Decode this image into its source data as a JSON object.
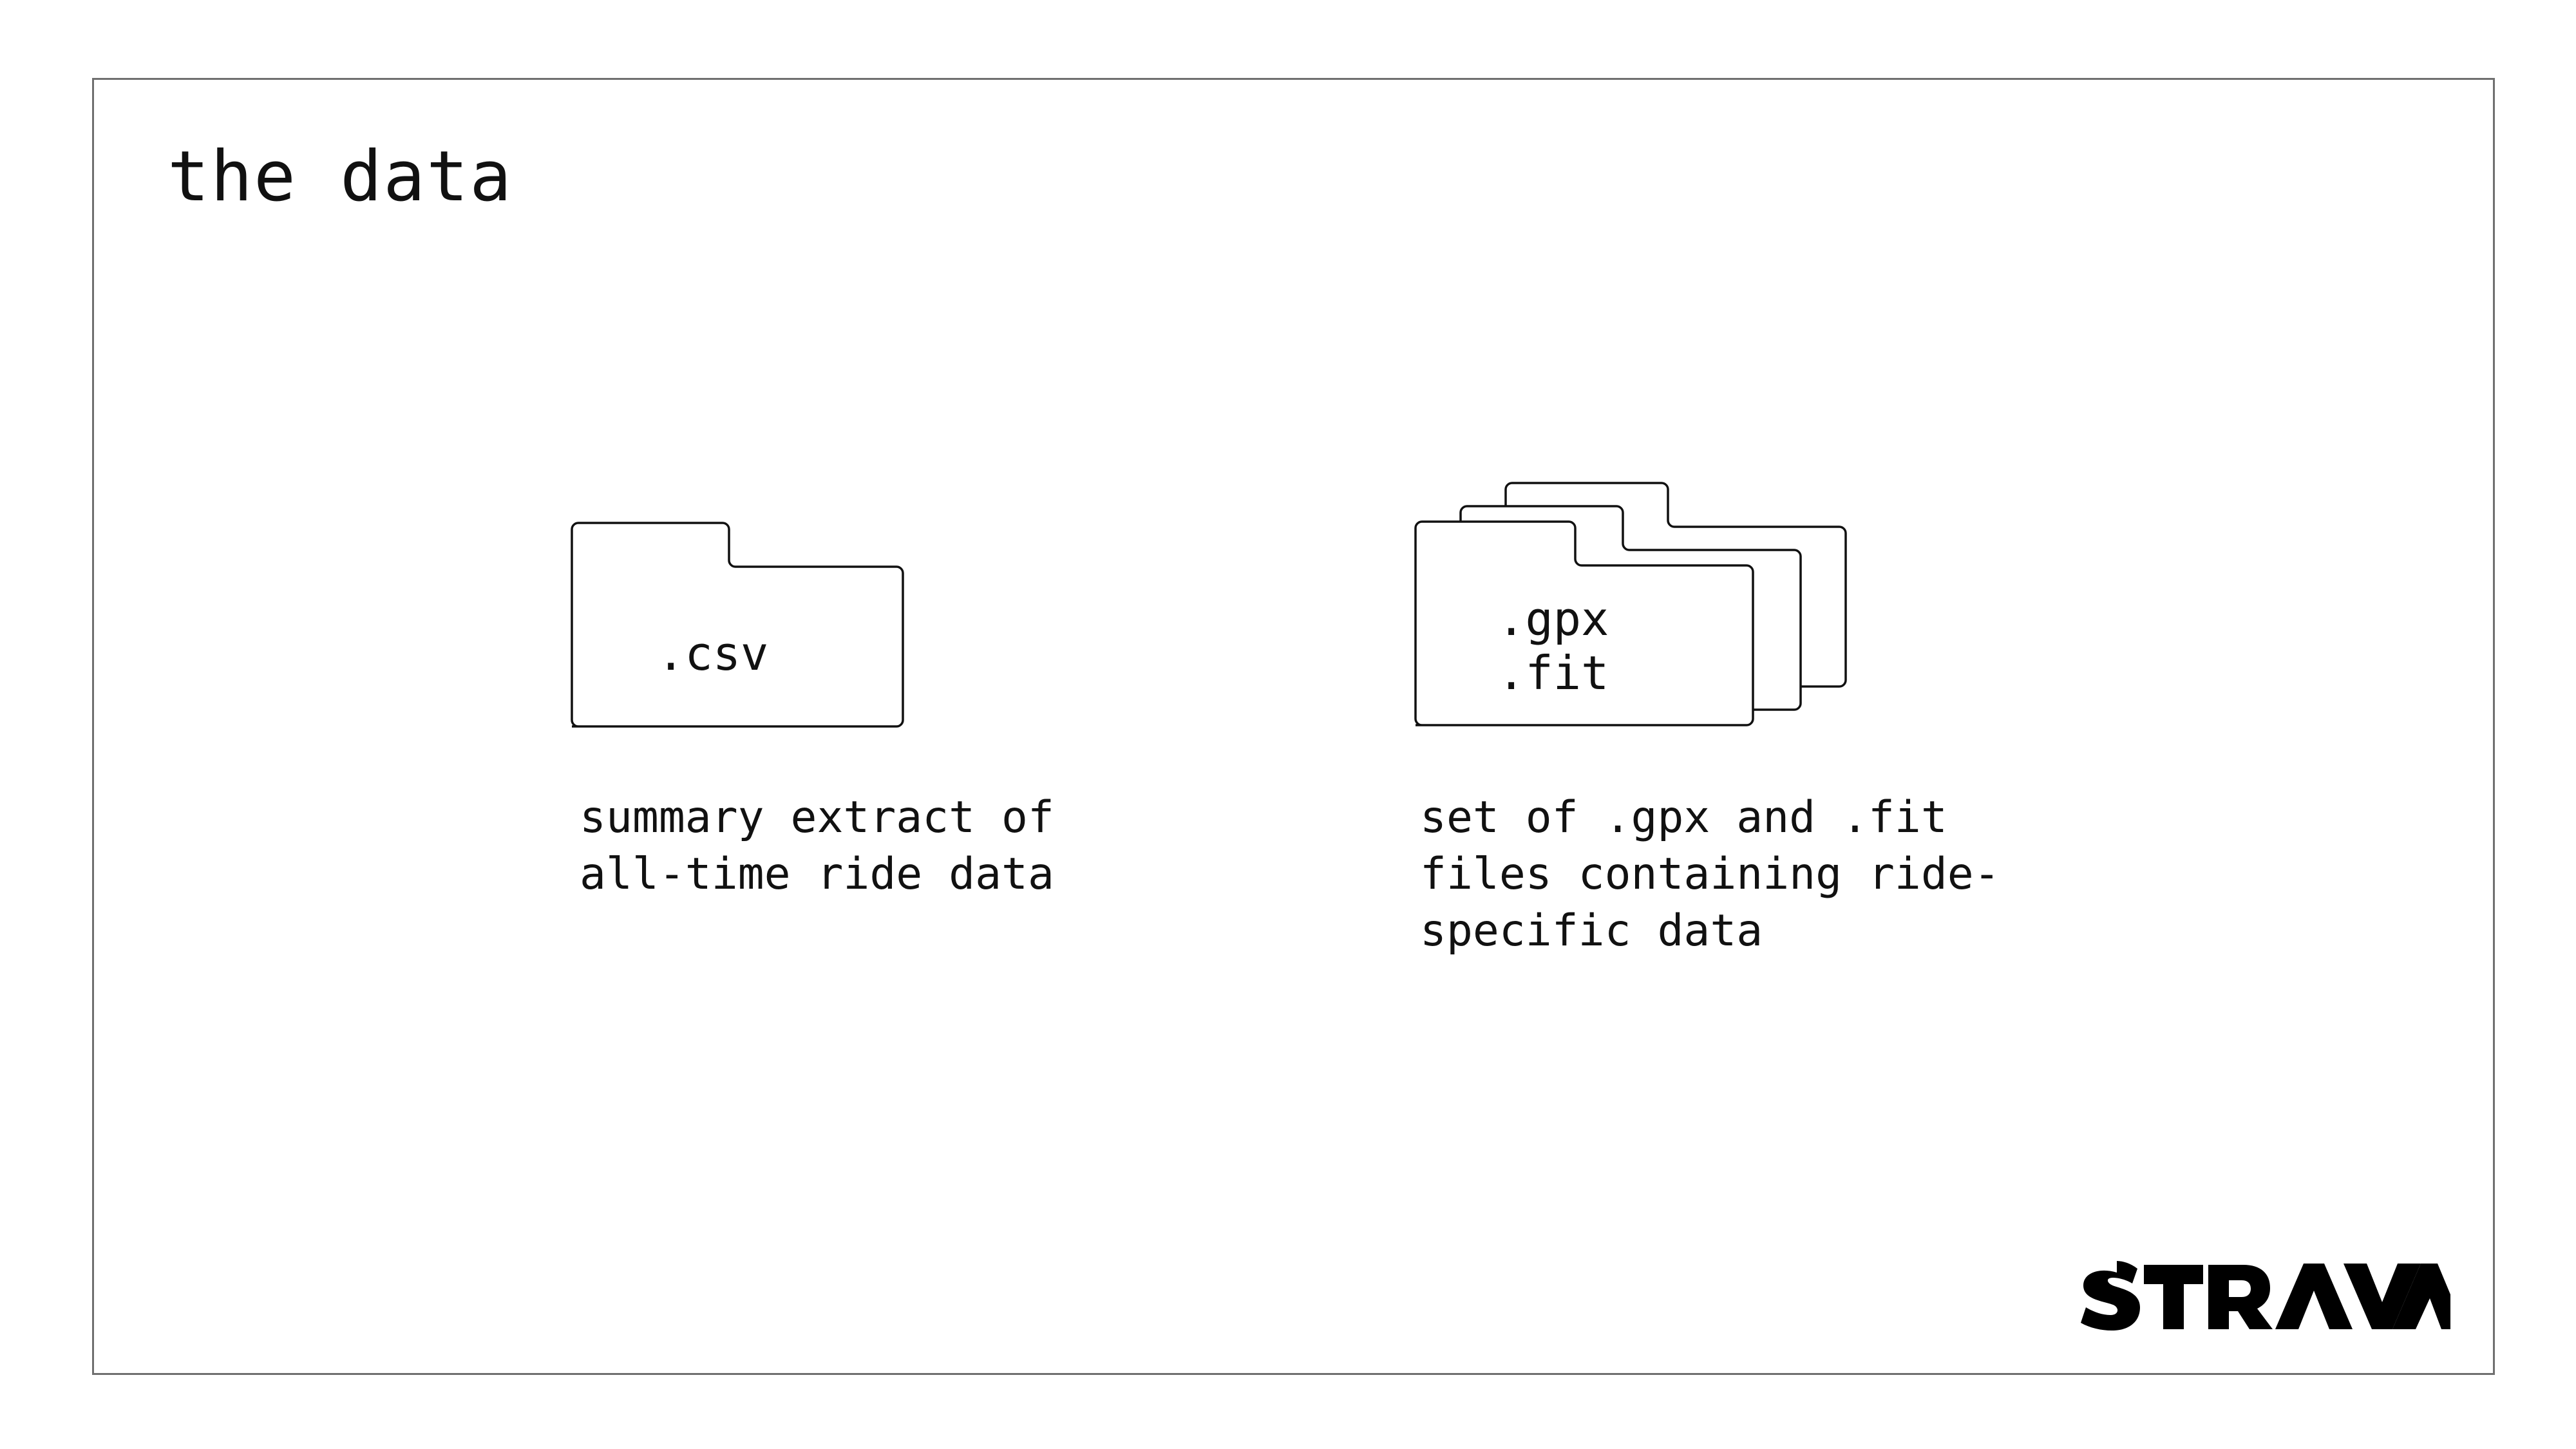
{
  "slide": {
    "title": "the data"
  },
  "items": [
    {
      "folder_labels": [
        ".csv"
      ],
      "caption_lines": [
        "summary extract of",
        "all-time ride data"
      ]
    },
    {
      "folder_labels": [
        ".gpx",
        ".fit"
      ],
      "caption_lines": [
        "set of .gpx and .fit",
        "files containing ride-",
        "specific data"
      ]
    }
  ],
  "logo": {
    "text": "STRAVA"
  },
  "colors": {
    "text": "#111111",
    "frame": "#6f6f6f",
    "background": "#ffffff"
  }
}
